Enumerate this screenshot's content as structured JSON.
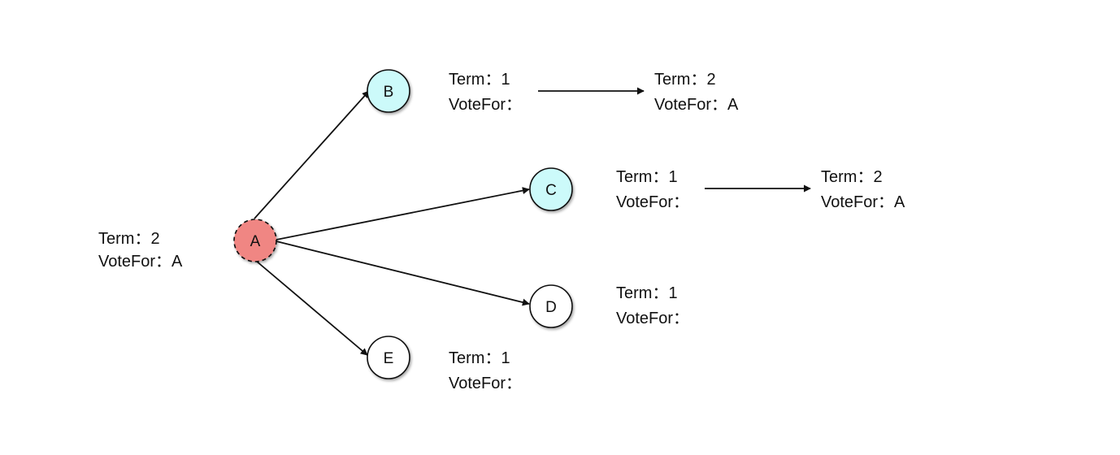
{
  "nodes": [
    {
      "id": "A",
      "label": "A",
      "fill": "#f08683",
      "dashed": true
    },
    {
      "id": "B",
      "label": "B",
      "fill": "#ccfafa",
      "dashed": false
    },
    {
      "id": "C",
      "label": "C",
      "fill": "#ccfafa",
      "dashed": false
    },
    {
      "id": "D",
      "label": "D",
      "fill": "#ffffff",
      "dashed": false
    },
    {
      "id": "E",
      "label": "E",
      "fill": "#ffffff",
      "dashed": false
    }
  ],
  "edges": [
    {
      "from": "A",
      "to": "B"
    },
    {
      "from": "A",
      "to": "C"
    },
    {
      "from": "A",
      "to": "D"
    },
    {
      "from": "A",
      "to": "E"
    }
  ],
  "states": {
    "a": {
      "term": "Term：2",
      "vote": "VoteFor：A"
    },
    "b_before": {
      "term": "Term：1",
      "vote": "VoteFor："
    },
    "b_after": {
      "term": "Term：2",
      "vote": "VoteFor：A"
    },
    "c_before": {
      "term": "Term：1",
      "vote": "VoteFor："
    },
    "c_after": {
      "term": "Term：2",
      "vote": "VoteFor：A"
    },
    "d": {
      "term": "Term：1",
      "vote": "VoteFor："
    },
    "e": {
      "term": "Term：1",
      "vote": "VoteFor："
    }
  },
  "colors": {
    "stroke": "#111111",
    "leader_fill": "#f08683",
    "voted_fill": "#ccfafa",
    "default_fill": "#ffffff"
  }
}
